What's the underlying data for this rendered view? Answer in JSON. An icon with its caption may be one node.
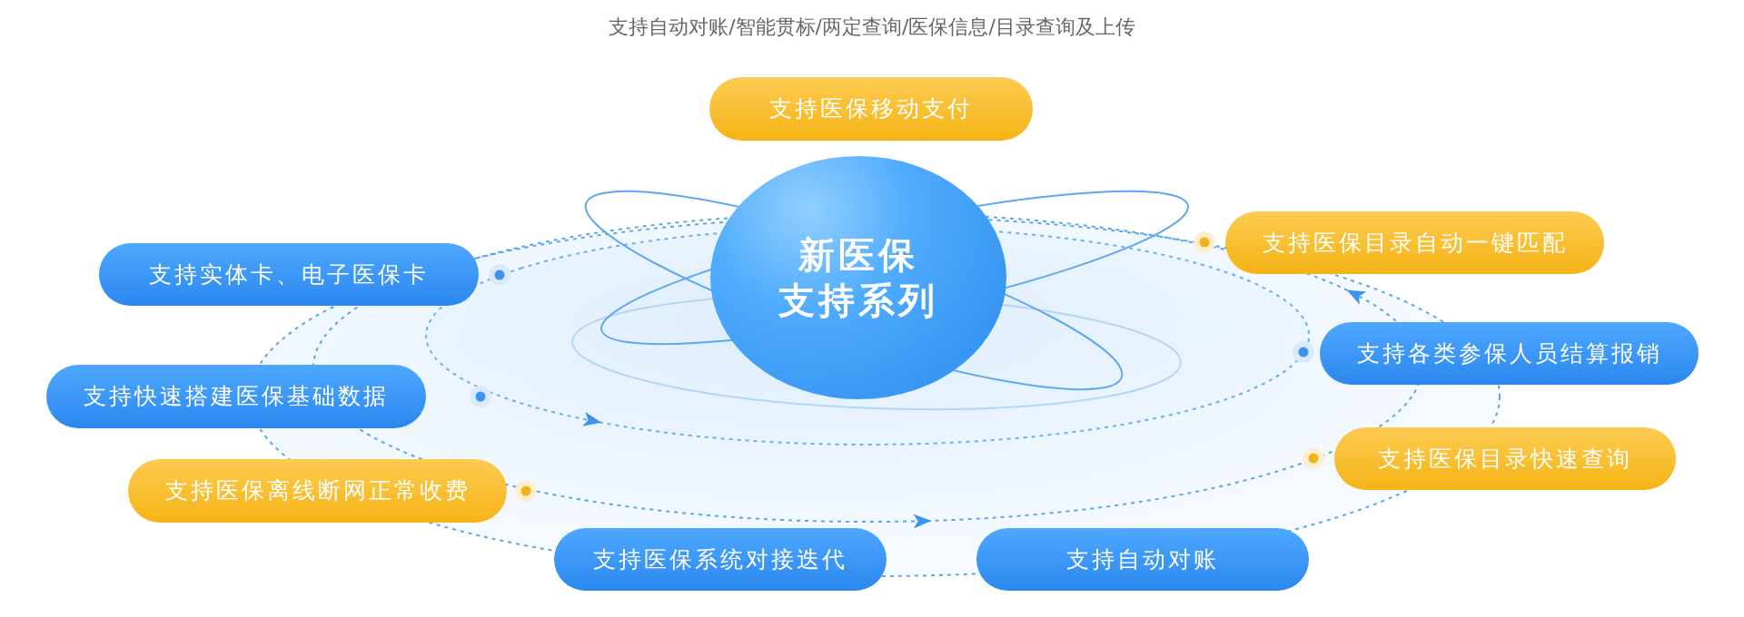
{
  "diagram": {
    "title": "支持自动对账/智能贯标/两定查询/医保信息/目录查询及上传",
    "nodes": [
      {
        "text": [
          "支持医保移动支付"
        ]
      },
      {
        "text": [
          "新医保",
          "支持系列"
        ]
      },
      {
        "text": [
          "支持实体卡、电子医保卡"
        ]
      },
      {
        "text": [
          "支持医保目录自动一键匹配"
        ]
      },
      {
        "text": [
          "支持各类参保人员结算报销"
        ]
      },
      {
        "text": [
          "支持快速搭建医保基础数据"
        ]
      },
      {
        "text": [
          "支持医保目录快速查询"
        ]
      },
      {
        "text": [
          "支持医保离线断网正常收费"
        ]
      },
      {
        "text": [
          "支持医保系统对接迭代"
        ]
      },
      {
        "text": [
          "支持自动对账"
        ]
      }
    ]
  }
}
